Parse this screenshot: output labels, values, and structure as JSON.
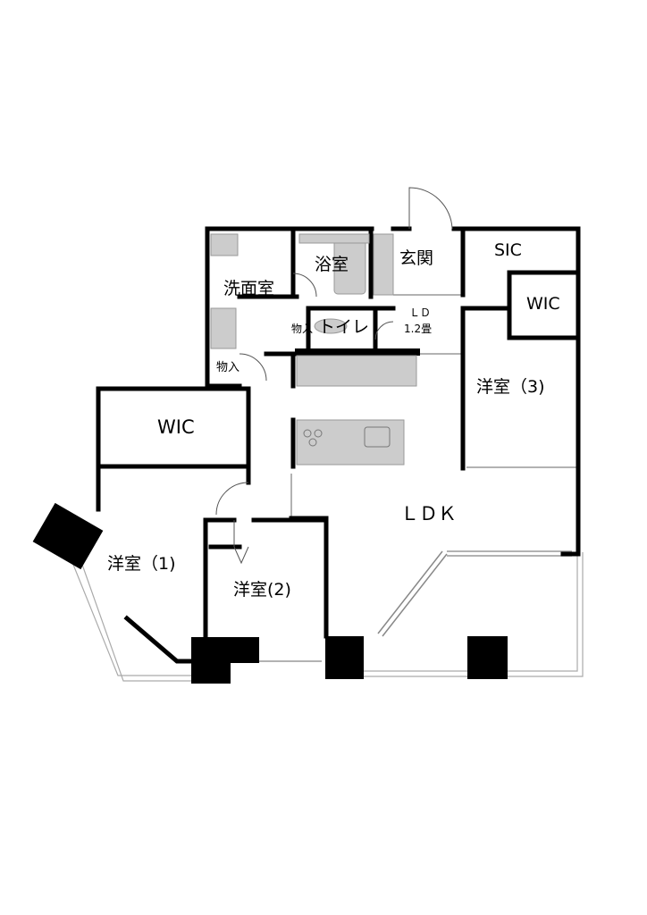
{
  "rooms": {
    "washroom": "洗面室",
    "bathroom": "浴室",
    "entrance": "玄関",
    "sic": "SIC",
    "wic_right": "WIC",
    "toilet": "トイレ",
    "storage_toilet": "物入",
    "ld_note_1": "ＬＤ",
    "ld_note_2": "1.2畳",
    "storage_hall": "物入",
    "western_room_3": "洋室（3)",
    "wic_left": "WIC",
    "ldk": "ＬＤＫ",
    "western_room_1": "洋室（1)",
    "western_room_2": "洋室(2)"
  },
  "colors": {
    "wall": "#000000",
    "fixture": "#cccccc",
    "fixture_line": "#999999",
    "balcony_line": "#aaaaaa"
  }
}
